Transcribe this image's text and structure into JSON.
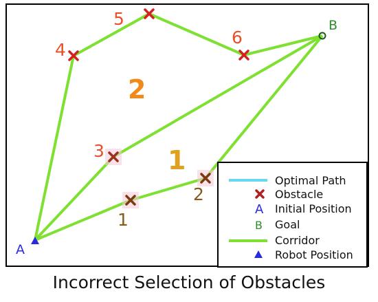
{
  "caption": "Incorrect Selection of Obstacles",
  "colors": {
    "optimal_path": "#66d9ef",
    "obstacle": "#d42020",
    "obstacle_alt": "#7a3a12",
    "initial_position": "#2a2ae0",
    "goal": "#2e8b2e",
    "corridor": "#7ee030",
    "robot_position": "#2a2ae0",
    "obstacle_label_top": "#e8502a",
    "obstacle_label_bottom": "#8a5a1a",
    "region_label": "#f08a1a",
    "region_label_1": "#e0a020"
  },
  "points": {
    "A": {
      "label": "A"
    },
    "B": {
      "label": "B"
    }
  },
  "obstacles": [
    {
      "id": "1",
      "label": "1"
    },
    {
      "id": "2",
      "label": "2"
    },
    {
      "id": "3",
      "label": "3"
    },
    {
      "id": "4",
      "label": "4"
    },
    {
      "id": "5",
      "label": "5"
    },
    {
      "id": "6",
      "label": "6"
    }
  ],
  "regions": [
    {
      "id": "1",
      "label": "1"
    },
    {
      "id": "2",
      "label": "2"
    }
  ],
  "legend": [
    {
      "key": "optimal_path",
      "label": "Optimal Path",
      "symbol": "line",
      "icon": "cyan-line-icon"
    },
    {
      "key": "obstacle",
      "label": "Obstacle",
      "symbol": "x",
      "icon": "red-cross-icon"
    },
    {
      "key": "initial_position",
      "label": "Initial Position",
      "symbol": "letter-A",
      "icon": "letter-a-icon",
      "glyph": "A"
    },
    {
      "key": "goal",
      "label": "Goal",
      "symbol": "letter-B",
      "icon": "letter-b-icon",
      "glyph": "B"
    },
    {
      "key": "corridor",
      "label": "Corridor",
      "symbol": "line",
      "icon": "green-line-icon"
    },
    {
      "key": "robot_position",
      "label": "Robot Position",
      "symbol": "triangle",
      "icon": "blue-triangle-icon"
    }
  ]
}
